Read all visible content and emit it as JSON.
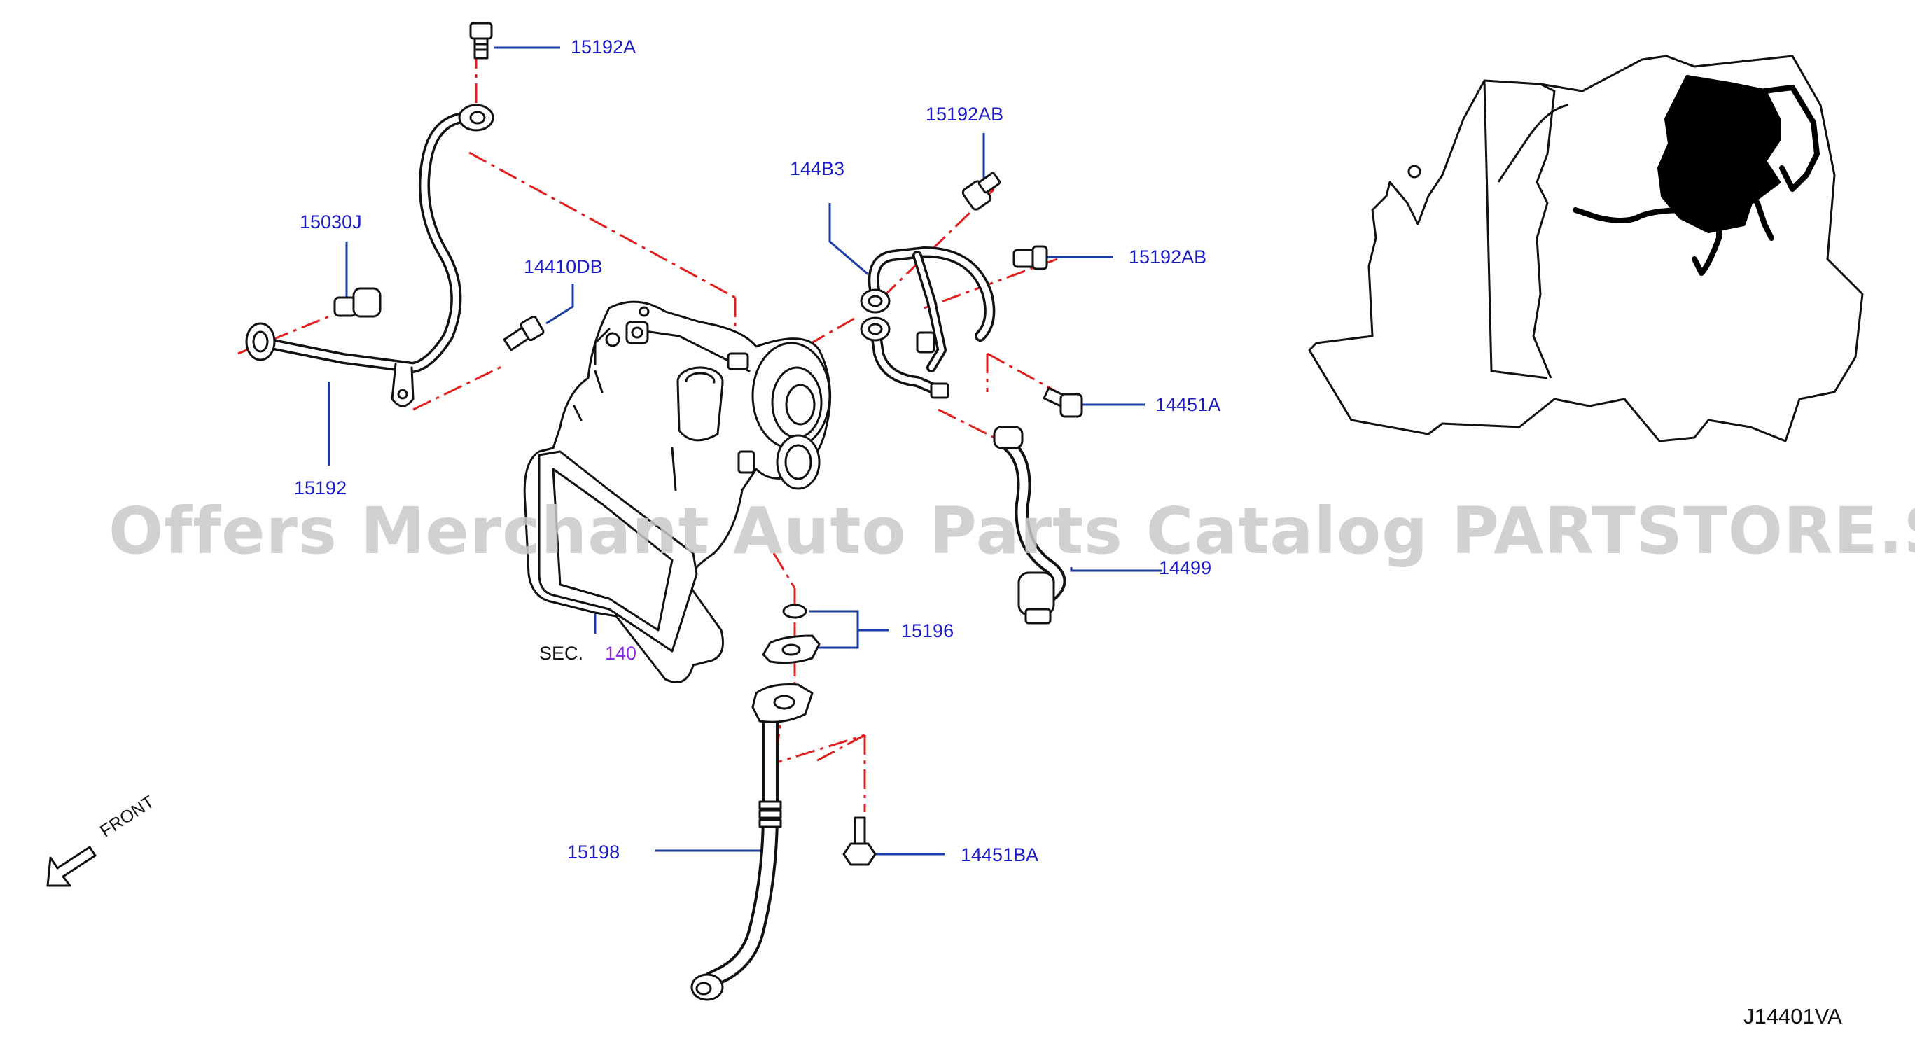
{
  "diagram": {
    "code": "J14401VA",
    "front_label": "FRONT",
    "watermark": "Offers Merchant Auto Parts Catalog PARTSTORE.SA",
    "section_ref": {
      "prefix": "SEC.",
      "number": "140"
    },
    "parts": [
      {
        "id": "15192A"
      },
      {
        "id": "15030J"
      },
      {
        "id": "14410DB"
      },
      {
        "id": "15192"
      },
      {
        "id": "15192AB_top",
        "label": "15192AB"
      },
      {
        "id": "144B3"
      },
      {
        "id": "15192AB_right",
        "label": "15192AB"
      },
      {
        "id": "14451A"
      },
      {
        "id": "14499"
      },
      {
        "id": "15196"
      },
      {
        "id": "15198"
      },
      {
        "id": "14451BA"
      }
    ]
  },
  "labels": {
    "p15192A": "15192A",
    "p15030J": "15030J",
    "p14410DB": "14410DB",
    "p15192": "15192",
    "p15192AB_top": "15192AB",
    "p144B3": "144B3",
    "p15192AB_right": "15192AB",
    "p14451A": "14451A",
    "p14499": "14499",
    "p15196": "15196",
    "p15198": "15198",
    "p14451BA": "14451BA"
  },
  "colors": {
    "leader": "#1a3ca8",
    "center_line": "#e0201f",
    "part_number": "#1a1ac8",
    "section_number": "#8a2be2",
    "outline": "#111111"
  }
}
